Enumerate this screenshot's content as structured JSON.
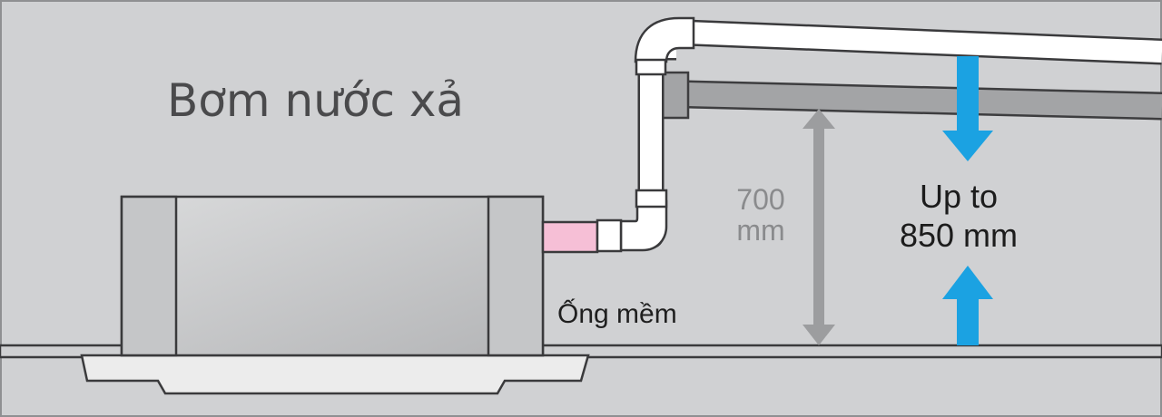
{
  "title": "Bơm nước xả",
  "hose_label": "Ống mềm",
  "height_standard": {
    "value": "700",
    "unit": "mm"
  },
  "height_max": {
    "line1": "Up to",
    "line2": "850 mm"
  },
  "colors": {
    "background": "#d0d1d3",
    "unit_body": "#c2c3c5",
    "flex_hose": "#f6bfd6",
    "pipe": "#ffffff",
    "pipe_shadow": "#a3a4a6",
    "dimension_arrow_grey": "#9c9d9f",
    "dimension_arrow_blue": "#1ba2e2"
  }
}
